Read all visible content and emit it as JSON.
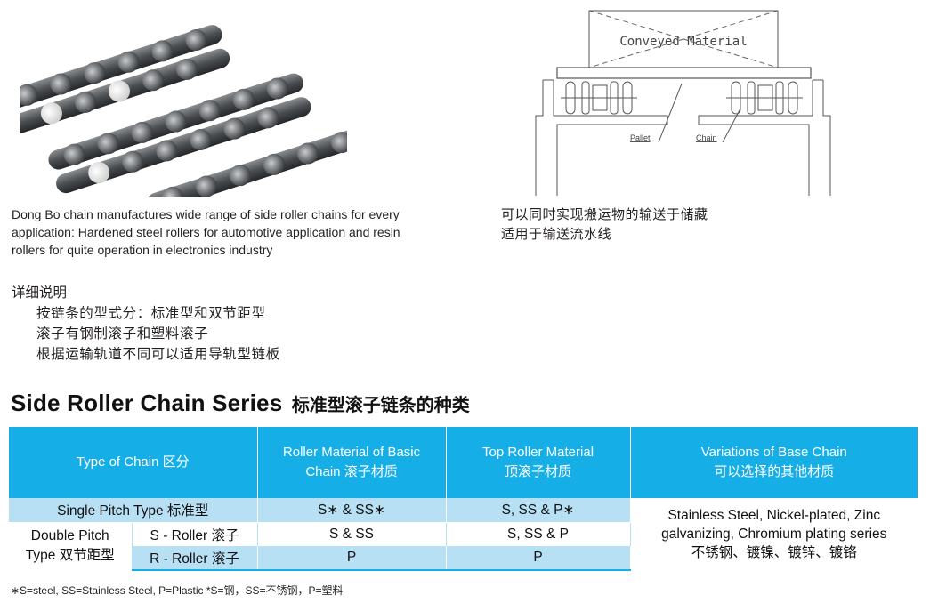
{
  "description": {
    "en_lines": [
      "Dong Bo chain manufactures wide range of side roller chains for every",
      "application: Hardened steel rollers for automotive application and resin",
      "rollers for quite operation in electronics industry"
    ],
    "cn_lines": [
      "可以同时实现搬运物的输送于储藏",
      "适用于输送流水线"
    ]
  },
  "diagram": {
    "material_label": "Conveyed  Material",
    "pallet_label": "Pallet",
    "chain_label": "Chain"
  },
  "details": {
    "heading": "详细说明",
    "lines": [
      "按链条的型式分：标准型和双节距型",
      "滚子有钢制滚子和塑料滚子",
      "根据运输轨道不同可以适用导轨型链板"
    ]
  },
  "section": {
    "title_en": "Side Roller Chain Series",
    "title_cn": "标准型滚子链条的种类"
  },
  "table": {
    "headers": {
      "type": "Type of Chain 区分",
      "roller_en": "Roller Material of Basic",
      "roller_cn": "Chain 滚子材质",
      "top_en": "Top Roller Material",
      "top_cn": "顶滚子材质",
      "var_en": "Variations of Base Chain",
      "var_cn": "可以选择的其他材质"
    },
    "single_pitch": "Single Pitch Type 标准型",
    "double_pitch_line1": "Double Pitch",
    "double_pitch_line2": "Type 双节距型",
    "s_roller": "S - Roller 滚子",
    "r_roller": "R - Roller 滚子",
    "row1_roller": "S∗ & SS∗",
    "row1_top": "S, SS & P∗",
    "row2_roller": "S & SS",
    "row2_top": "S, SS & P",
    "row3_roller": "P",
    "row3_top": "P",
    "variation_lines": [
      "Stainless Steel, Nickel-plated, Zinc",
      "galvanizing,  Chromium plating series",
      "不锈钢、镀镍、镀锌、镀铬"
    ]
  },
  "footnote": "∗S=steel, SS=Stainless Steel, P=Plastic *S=钢，SS=不锈钢，P=塑料",
  "colors": {
    "header_blue": "#16aee6",
    "row_light_blue": "#b8e0f5"
  }
}
